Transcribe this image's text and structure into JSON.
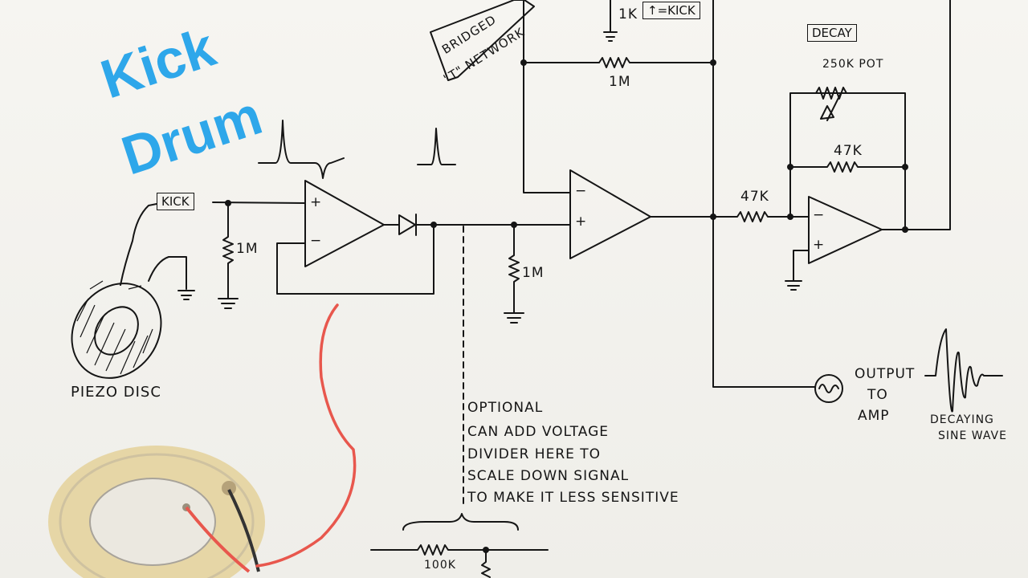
{
  "title": {
    "line1": "Kick",
    "line2": "Drum"
  },
  "labels": {
    "kick_input": "KICK",
    "bridged_t_line1": "BRIDGED",
    "bridged_t_line2": "\"T\" NETWORK",
    "kick_indicator": "↑=KICK",
    "r_1k": "1K",
    "r_1m_feedback": "1M",
    "r_1m_input": "1M",
    "r_1m_mid": "1M",
    "decay": "DECAY",
    "pot": "250K POT",
    "r_47k_feedback": "47K",
    "r_47k_input": "47K",
    "piezo": "PIEZO DISC",
    "output_line1": "OUTPUT",
    "output_line2": "TO",
    "output_line3": "AMP",
    "decaying_line1": "DECAYING",
    "decaying_line2": "SINE WAVE",
    "note_line1": "OPTIONAL",
    "note_line2": "CAN ADD VOLTAGE",
    "note_line3": "DIVIDER HERE TO",
    "note_line4": "SCALE DOWN SIGNAL",
    "note_line5": "TO MAKE IT LESS SENSITIVE",
    "r_100k": "100K",
    "op_plus": "+",
    "op_minus": "−"
  },
  "colors": {
    "title": "#2ea7ea",
    "ink": "#151515",
    "wire_red": "#e8574d",
    "piezo_brass": "#e6d6a6",
    "paper": "#f4f3ef"
  }
}
